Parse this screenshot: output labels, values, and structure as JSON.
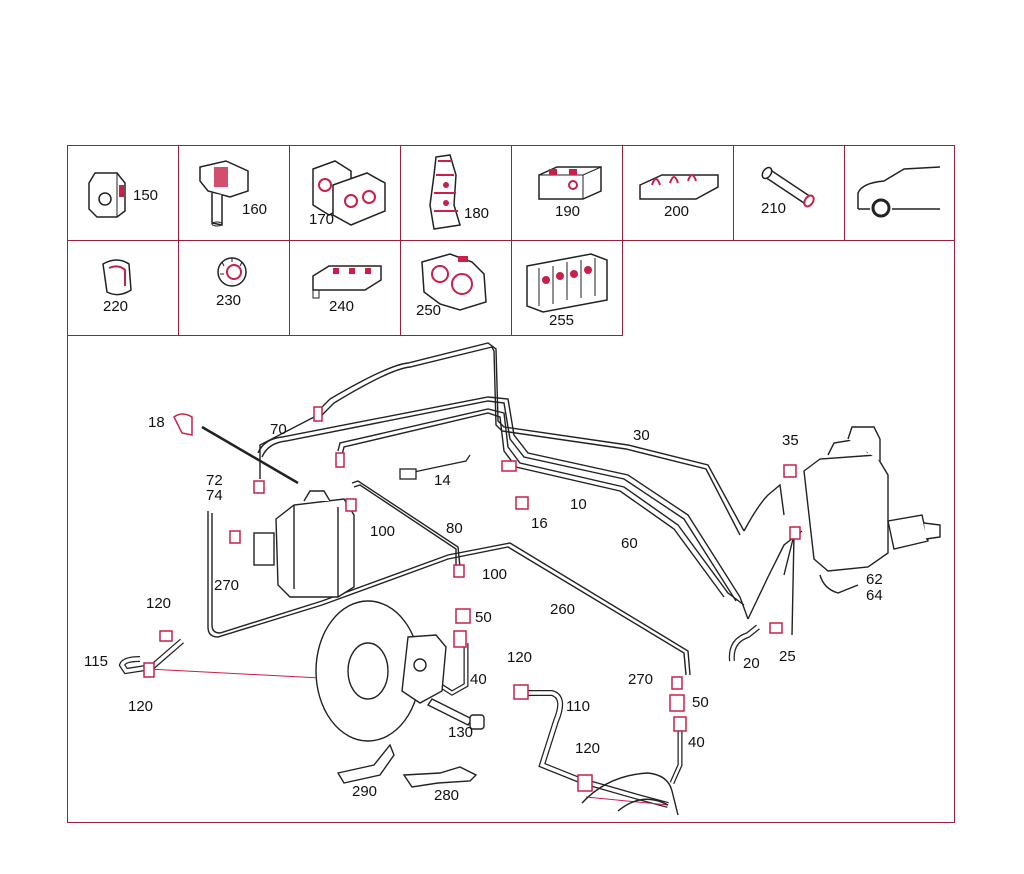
{
  "colors": {
    "frame": "#9a1f3c",
    "accent": "#c8204a",
    "line": "#222222"
  },
  "part_cells": [
    {
      "id": "150",
      "label": "150",
      "icon": "clip-single-icon"
    },
    {
      "id": "160",
      "label": "160",
      "icon": "clip-bracket-icon"
    },
    {
      "id": "170",
      "label": "170",
      "icon": "clip-double-icon"
    },
    {
      "id": "180",
      "label": "180",
      "icon": "clip-vertical-icon"
    },
    {
      "id": "190",
      "label": "190",
      "icon": "clip-block-icon"
    },
    {
      "id": "200",
      "label": "200",
      "icon": "clip-triple-icon"
    },
    {
      "id": "210",
      "label": "210",
      "icon": "sleeve-tube-icon"
    },
    {
      "id": "car",
      "label": "",
      "icon": "car-front-wheel-icon"
    },
    {
      "id": "220",
      "label": "220",
      "icon": "grommet-icon"
    },
    {
      "id": "230",
      "label": "230",
      "icon": "grommet-ribbed-icon"
    },
    {
      "id": "240",
      "label": "240",
      "icon": "clip-rail-icon"
    },
    {
      "id": "250",
      "label": "250",
      "icon": "clip-double-rubber-icon"
    },
    {
      "id": "255",
      "label": "255",
      "icon": "clip-multi-icon"
    }
  ],
  "callouts": {
    "c18": "18",
    "c70": "70",
    "c72": "72",
    "c74": "74",
    "c30": "30",
    "c35": "35",
    "c14": "14",
    "c10": "10",
    "c16": "16",
    "c100a": "100",
    "c80": "80",
    "c60": "60",
    "c270a": "270",
    "c100b": "100",
    "c62": "62",
    "c64": "64",
    "c120a": "120",
    "c50a": "50",
    "c260": "260",
    "c115": "115",
    "c40a": "40",
    "c120b": "120",
    "c20": "20",
    "c25": "25",
    "c120c": "120",
    "c110": "110",
    "c270b": "270",
    "c50b": "50",
    "c130": "130",
    "c40b": "40",
    "c120d": "120",
    "c290": "290",
    "c280": "280"
  }
}
